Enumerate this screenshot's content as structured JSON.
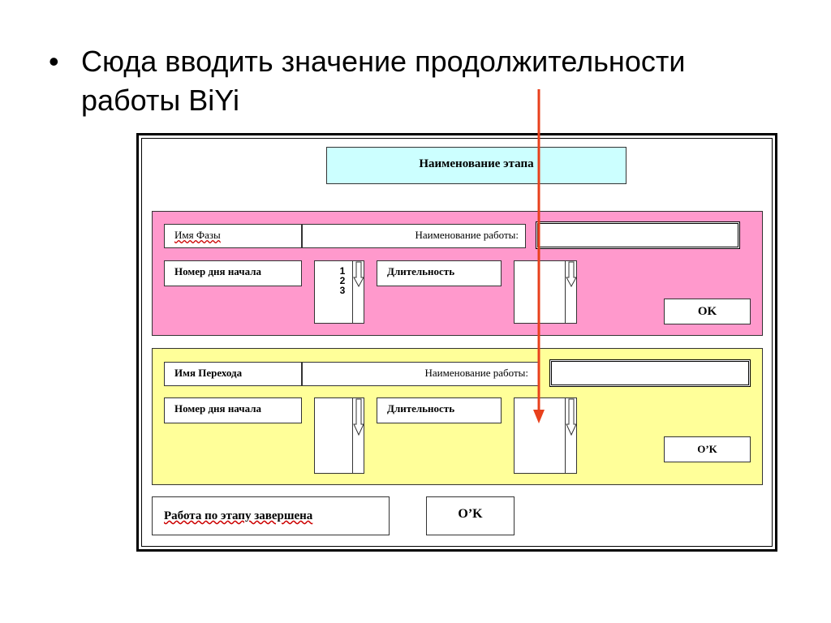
{
  "slide": {
    "bullet": "•",
    "text": "Сюда вводить значение продолжительности работы BiYi"
  },
  "dialog": {
    "stage_title": "Наименование этапа",
    "phase_panel": {
      "name_label": "Имя Фазы",
      "work_name_label": "Наименование работы:",
      "start_day_label": "Номер дня начала",
      "start_day_items": [
        "1",
        "2",
        "3"
      ],
      "duration_label": "Длительность",
      "ok_label": "OK"
    },
    "transition_panel": {
      "name_label": "Имя Перехода",
      "work_name_label": "Наименование работы:",
      "start_day_label": "Номер дня начала",
      "duration_label": "Длительность",
      "ok_label": "O’K"
    },
    "stage_complete_label": "Работа по этапу завершена",
    "final_ok_label": "O’K"
  },
  "colors": {
    "phase_panel_bg": "#ff99cc",
    "transition_panel_bg": "#ffff99",
    "stage_title_bg": "#ccffff",
    "arrow": "#e8401c"
  }
}
